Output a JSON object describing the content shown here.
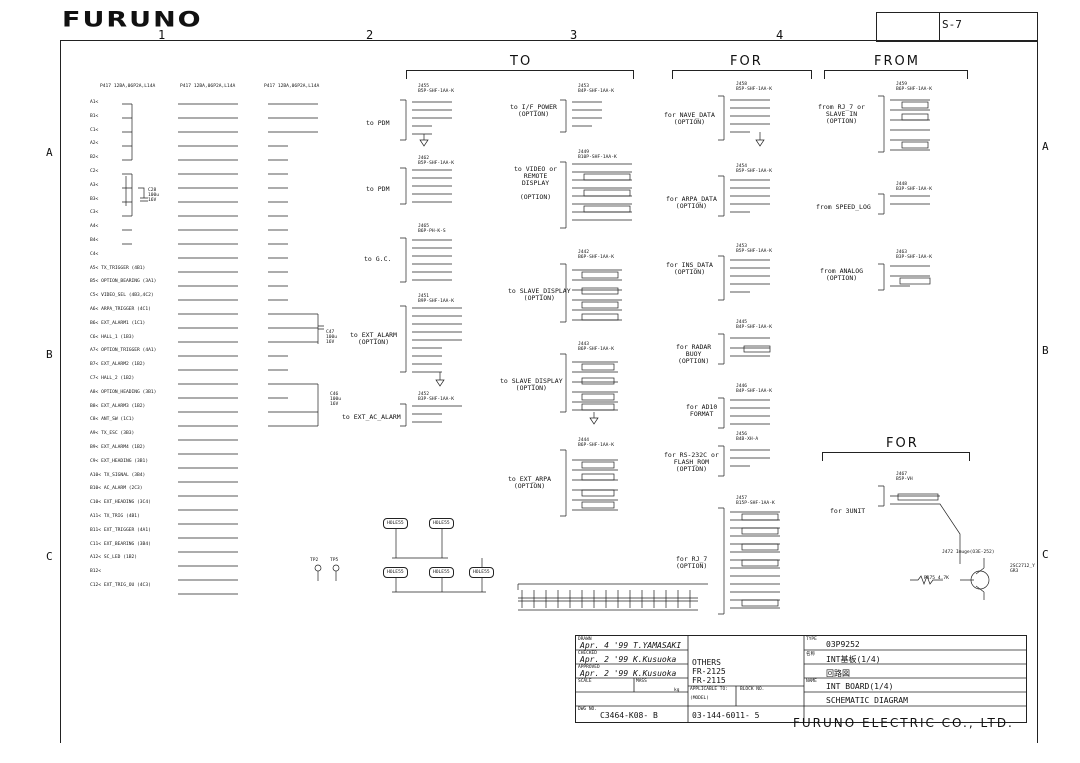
{
  "header": {
    "brand": "FURUNO",
    "sheet": "S-7",
    "columns": [
      "1",
      "2",
      "3",
      "4"
    ],
    "rows": [
      "A",
      "B",
      "C"
    ]
  },
  "sections": {
    "to": "TO",
    "for": "FOR",
    "from": "FROM",
    "for2": "FOR"
  },
  "connectors": {
    "p417a": "P417\n12BA,06P2A,L14A",
    "p417b": "P417\n12BA,06P2A,L14A",
    "p417c": "P417\n12BA,06P2A,L14A",
    "j455": "J455\nB5P-SHF-1AA-K",
    "j453": "J453\nB4P-SHF-1AA-K",
    "j458": "J458\nB5P-SHF-1AA-K",
    "j459": "J459\nB6P-SHF-1AA-K",
    "j462": "J462\nB5P-SHF-1AA-K",
    "j449": "J449\nB10P-SHF-1AA-K",
    "j454": "J454\nB5P-SHF-1AA-K",
    "j448": "J448\nB3P-SHF-1AA-K",
    "j465": "J465\nB6P-PH-K-S",
    "j442": "J442\nB6P-SHF-1AA-K",
    "j453b": "J453\nB5P-SHF-1AA-K",
    "j463": "J463\nB3P-SHF-1AA-K",
    "j451": "J451\nB9P-SHF-1AA-K",
    "j445": "J445\nB4P-SHF-1AA-K",
    "j443": "J443\nB6P-SHF-1AA-K",
    "j446": "J446\nB4P-SHF-1AA-K",
    "j452": "J452\nB3P-SHF-1AA-K",
    "j456": "J456\nB4B-XH-A",
    "j444": "J444\nB6P-SHF-1AA-K",
    "j457": "J457\nB15P-SHF-1AA-K",
    "j467": "J467\nB5P-VH"
  },
  "destinations": {
    "to_pdm1": "to PDM",
    "to_ifpower": "to I/F_POWER\n(OPTION)",
    "for_nave": "for NAVE_DATA\n(OPTION)",
    "from_rj7": "from RJ_7 or\nSLAVE IN\n(OPTION)",
    "to_video": "to VIDEO or\nREMOTE\nDISPLAY\n\n(OPTION)",
    "to_pdm2": "to PDM",
    "for_arpa": "for ARPA_DATA\n(OPTION)",
    "from_speedlog": "from SPEED_LOG",
    "to_gc": "to G.C.",
    "to_slave1": "to SLAVE_DISPLAY\n(OPTION)",
    "for_ins": "for INS_DATA\n(OPTION)",
    "from_analog": "from ANALOG\n(OPTION)",
    "to_extalarm": "to EXT_ALARM\n(OPTION)",
    "for_radar": "for RADAR\nBUOY\n(OPTION)",
    "to_slave2": "to SLAVE_DISPLAY\n(OPTION)",
    "for_ad10": "for AD10\nFORMAT",
    "to_extacalarm": "to EXT_AC_ALARM",
    "for_rs232c": "for RS-232C or\nFLASH_ROM\n(OPTION)",
    "to_extarpa": "to EXT_ARPA\n(OPTION)",
    "for_3unit": "for 3UNIT",
    "for_rj7": "for RJ_7\n(OPTION)"
  },
  "left_signals": [
    "A1< ",
    "B1< ",
    "C1< ",
    "A2< ",
    "B2< ",
    "C2< ",
    "A3< ",
    "B3< ",
    "C3< ",
    "A4< ",
    "B4< ",
    "C4< ",
    "A5< TX_TRIGGER (4B1)",
    "B5< OPTION_BEARING (3A1)",
    "C5< VIDEO_SEL (4B3,4C2)",
    "A6< ARPA_TRIGGER (4C1)",
    "B6< EXT_ALARM1 (1C1)",
    "C6< HALL_1 (1B3)",
    "A7< OPTION_TRIGGER (4A1)",
    "B7< EXT_ALARM2 (1B2)",
    "C7< HALL_2 (1B2)",
    "A8< OPTION_HEADING (3B1)",
    "B8< EXT_ALARM3 (1B2)",
    "C8< ANT_SW (1C1)",
    "A9< TX_ESC (3B3)",
    "B9< EXT_ALARM4 (1B2)",
    "C9< EXT_HEADING (3B1)",
    "A10< TX_SIGNAL (3B4)",
    "B10< AC_ALARM (2C3)",
    "C10< EXT_HEADING (3C4)",
    "A11< TX_TRIG (4B1)",
    "B11< EXT_TRIGGER (4A1)",
    "C11< EXT_BEARING (3B4)",
    "A12< SC_LED (1B2)",
    "B12<",
    "C12< EXT_TRIG_OU (4C3)"
  ],
  "title_block": {
    "drawn_label": "DRAWN",
    "drawn": "Apr. 4 '99 T.YAMASAKI",
    "checked_label": "CHECKED",
    "checked": "Apr. 2 '99 K.Kusuoka",
    "approved_label": "APPROVED",
    "approved": "Apr. 2 '99 K.Kusuoka",
    "scale_label": "SCALE",
    "mass_label": "MASS",
    "mass_unit": "kg",
    "others": "OTHERS",
    "model1": "FR-2125",
    "model2": "FR-2115",
    "applicable_label": "APPLICABLE TO:",
    "model_label": "(MODEL)",
    "block_label": "BLOCK NO.",
    "dwg_label": "DWG NO.",
    "dwg_no": "C3464-K08- B",
    "block_no": "03-144-6011- 5",
    "type_label": "TYPE",
    "type": "03P9252",
    "name_jp_label": "名称",
    "name_jp": "INT基板(1/4)",
    "name_jp2": "回路図",
    "name_label": "NAME",
    "name": "INT BOARD(1/4)",
    "subtitle": "SCHEMATIC DIAGRAM",
    "company": "FURUNO ELECTRIC CO., LTD."
  },
  "components": {
    "holes": [
      "HOLE55",
      "HOLE55",
      "HOLE55",
      "HOLE55",
      "HOLE55"
    ],
    "tp2": "TP2",
    "tp5": "TP5",
    "c28": "C28\n100u\n16V",
    "c47": "C47\n100u\n16V",
    "c46": "C46\n100u\n16V",
    "transistor": "2SC2712_Y\nGR3",
    "r175": "R175  4.7K",
    "j472": "J472 Imuge(O3E-252)"
  }
}
